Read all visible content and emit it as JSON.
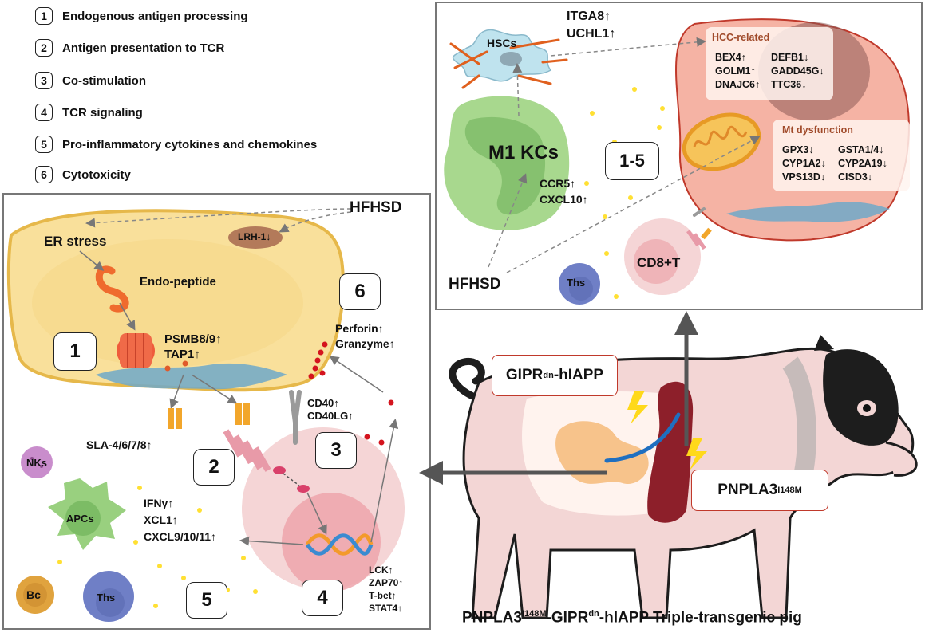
{
  "legend": [
    {
      "num": "1",
      "label": "Endogenous antigen processing"
    },
    {
      "num": "2",
      "label": "Antigen presentation to TCR"
    },
    {
      "num": "3",
      "label": "Co-stimulation"
    },
    {
      "num": "4",
      "label": "TCR signaling"
    },
    {
      "num": "5",
      "label": "Pro-inflammatory cytokines and chemokines"
    },
    {
      "num": "6",
      "label": "Cytotoxicity"
    }
  ],
  "left_panel": {
    "hfhsd": "HFHSD",
    "lrh1": "LRH-1↓",
    "er_stress": "ER stress",
    "endo_peptide": "Endo-peptide",
    "psmb": "PSMB8/9↑",
    "tap1": "TAP1↑",
    "sla": "SLA-4/6/7/8↑",
    "cd40": "CD40↑",
    "cd40lg": "CD40LG↑",
    "perforin": "Perforin↑",
    "granzyme": "Granzyme↑",
    "ifng": "IFNγ↑",
    "xcl1": "XCL1↑",
    "cxcl": "CXCL9/10/11↑",
    "lck": "LCK↑",
    "zap70": "ZAP70↑",
    "tbet": "T-bet↑",
    "stat4": "STAT4↑",
    "nks": "NKs",
    "apcs": "APCs",
    "bc": "Bc",
    "ths": "Ths",
    "nums": {
      "n1": "1",
      "n2": "2",
      "n3": "3",
      "n4": "4",
      "n5": "5",
      "n6": "6"
    }
  },
  "right_panel": {
    "hscs": "HSCs",
    "itga8": "ITGA8↑",
    "uchl1": "UCHL1↑",
    "m1kcs": "M1 KCs",
    "ccr5": "CCR5↑",
    "cxcl10": "CXCL10↑",
    "one_five": "1-5",
    "hfhsd": "HFHSD",
    "ths": "Ths",
    "cd8t": "CD8+T",
    "hcc_title": "HCC-related",
    "hcc_col1": [
      "BEX4↑",
      "GOLM1↑",
      "DNAJC6↑"
    ],
    "hcc_col2": [
      "DEFB1↓",
      "GADD45G↓",
      "TTC36↓"
    ],
    "mt_title": "Mt dysfunction",
    "mt_col1": [
      "GPX3↓",
      "CYP1A2↓",
      "VPS13D↓"
    ],
    "mt_col2": [
      "GSTA1/4↓",
      "CYP2A19↓",
      "CISD3↓"
    ]
  },
  "pig": {
    "gipr_base": "GIPR",
    "gipr_sup": "dn",
    "gipr_tail": "-hIAPP",
    "pnpla3_base": "PNPLA3",
    "pnpla3_sup": "I148M",
    "caption_a": "PNPLA3",
    "caption_a_sup": "I148M",
    "caption_b": "-GIPR",
    "caption_b_sup": "dn",
    "caption_c": "-hIAPP Triple-transgenic pig"
  }
}
